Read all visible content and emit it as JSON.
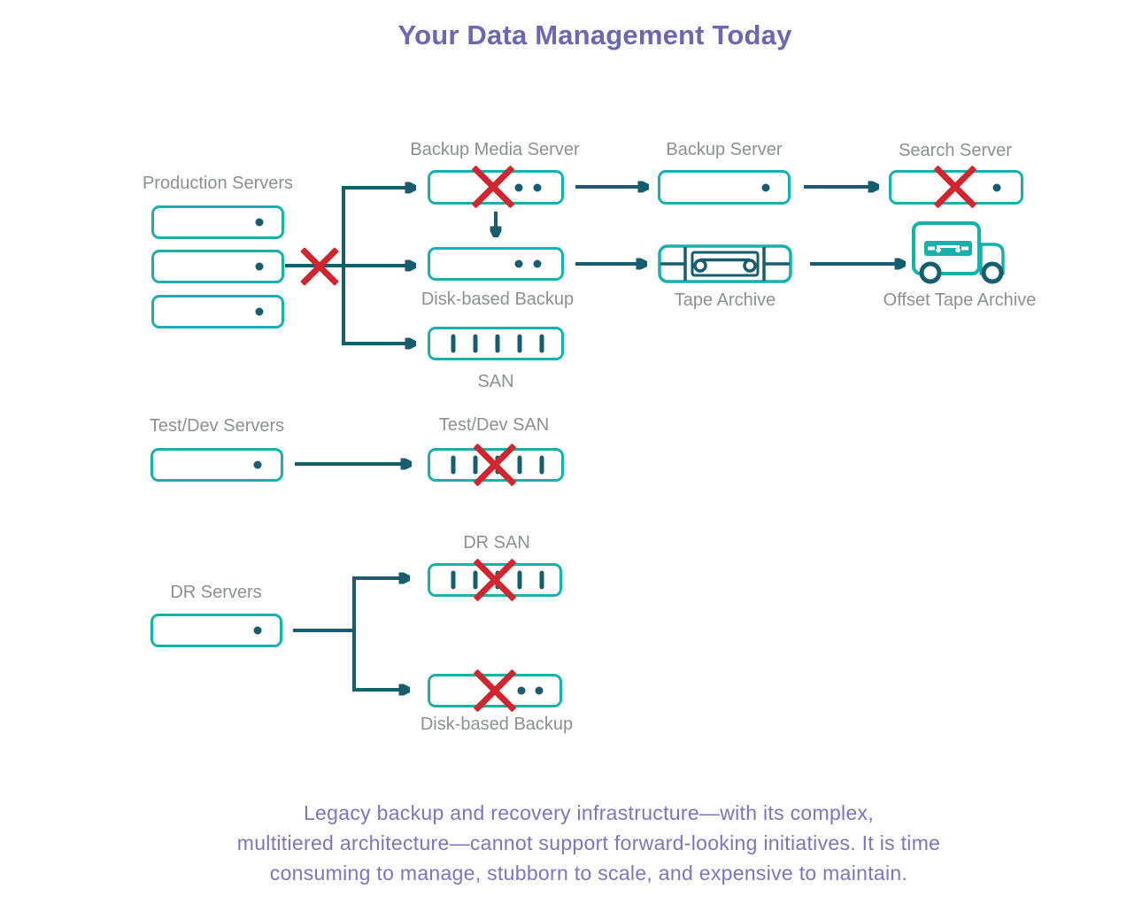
{
  "title": "Your Data Management Today",
  "nodes": {
    "production_servers": "Production Servers",
    "backup_media_server": "Backup Media Server",
    "backup_server": "Backup Server",
    "search_server": "Search Server",
    "disk_based_backup": "Disk-based Backup",
    "tape_archive": "Tape Archive",
    "offset_tape_archive": "Offset Tape Archive",
    "san": "SAN",
    "test_dev_servers": "Test/Dev Servers",
    "test_dev_san": "Test/Dev SAN",
    "dr_san": "DR SAN",
    "dr_servers": "DR Servers",
    "dr_disk_based_backup": "Disk-based Backup"
  },
  "footer": {
    "lines": [
      "Legacy backup and recovery infrastructure—with its complex,",
      "multitiered architecture—cannot support forward-looking initiatives. It is time",
      "consuming to manage, stubborn to scale, and expensive to maintain."
    ]
  },
  "colors": {
    "teal": "#18b0aa",
    "dark_teal": "#175d6e",
    "red": "#d0262f",
    "label_gray": "#8d9093",
    "title_purple": "#6c67b0",
    "body_purple": "#7b76bd"
  }
}
